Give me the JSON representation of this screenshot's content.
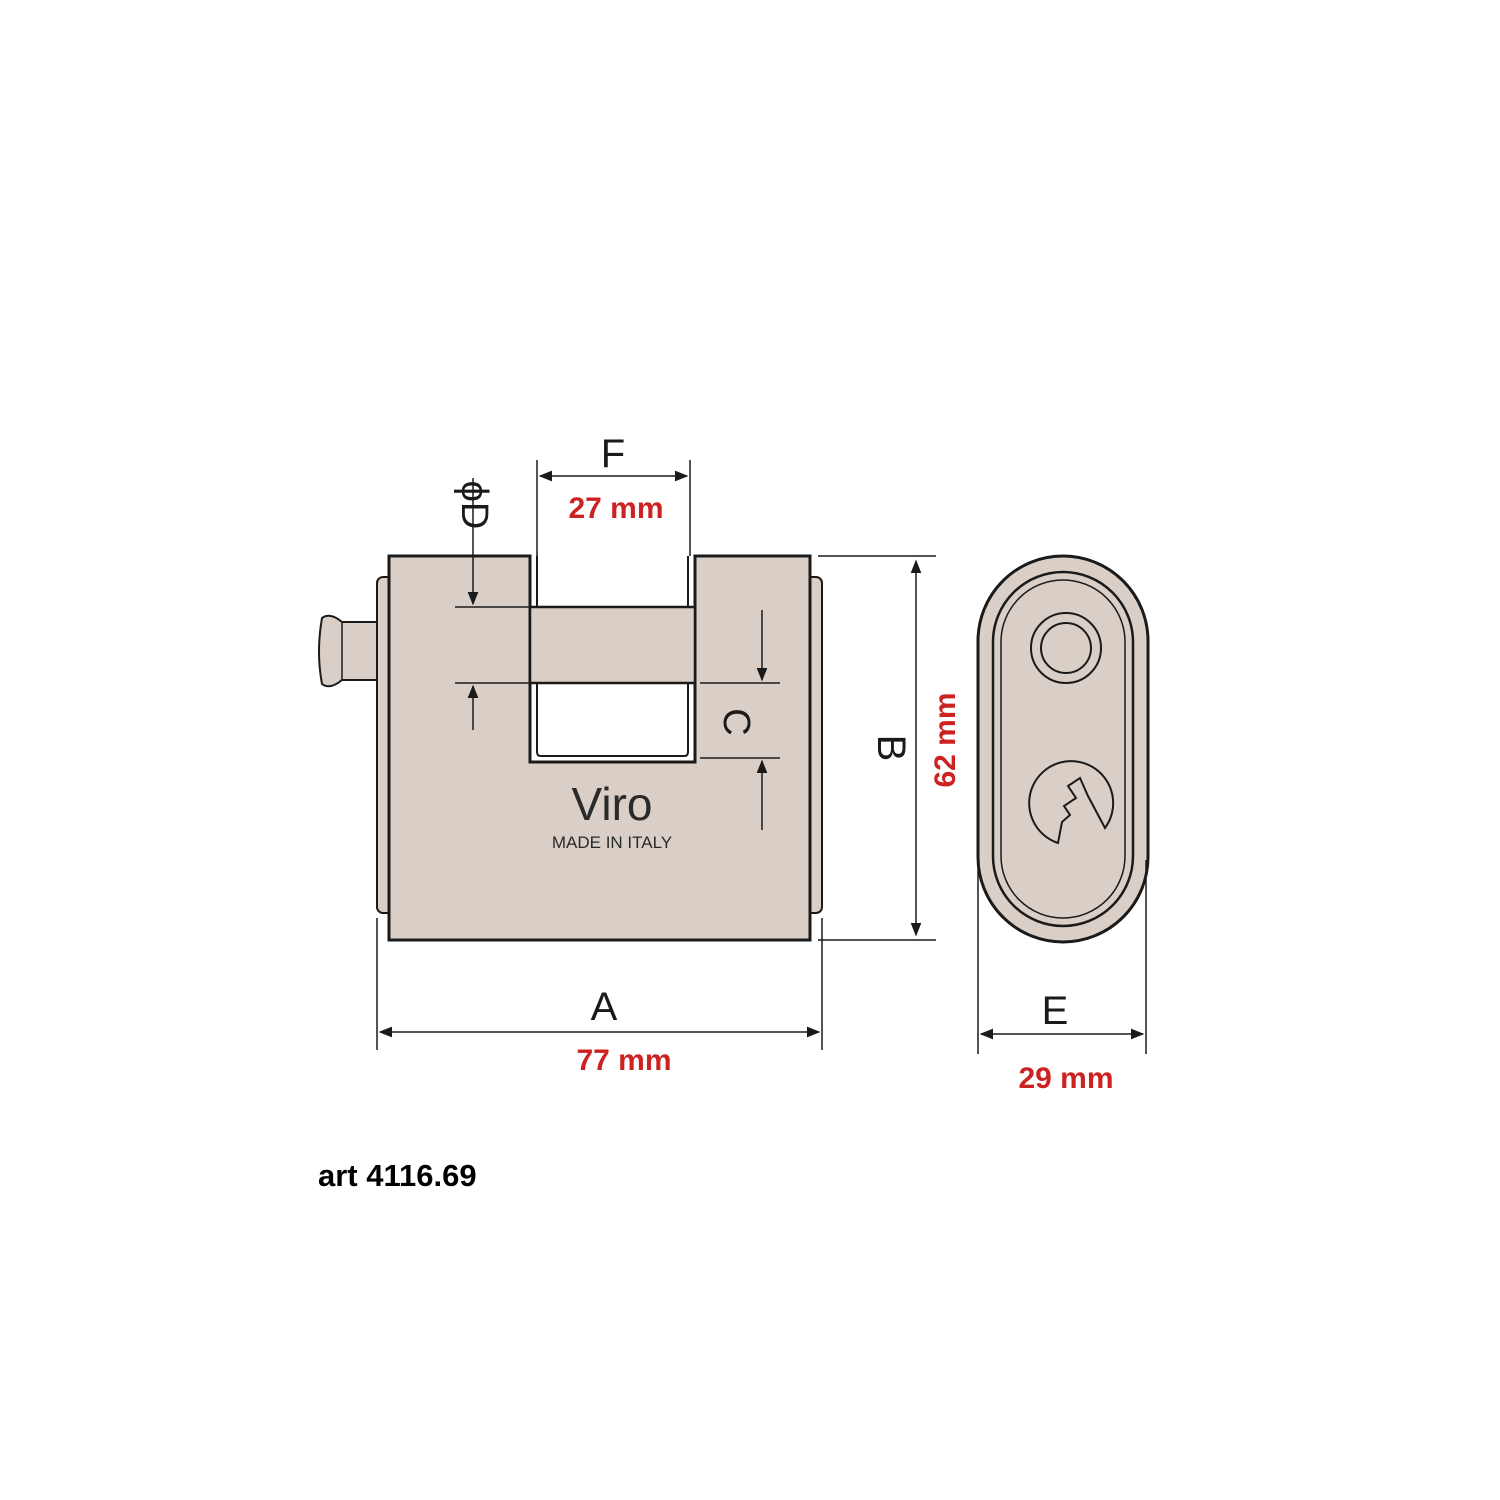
{
  "labels": {
    "A": "A",
    "B": "B",
    "C": "C",
    "D": "ϕD",
    "E": "E",
    "F": "F"
  },
  "dimensions": {
    "A": "77 mm",
    "B": "62 mm",
    "E": "29 mm",
    "F": "27 mm"
  },
  "branding": {
    "logo": "Viro",
    "origin": "MADE IN ITALY"
  },
  "article": "art 4116.69",
  "colors": {
    "body_fill": "#d9cfc6",
    "line": "#1a1a1a",
    "dimension_text": "#cc2222"
  }
}
